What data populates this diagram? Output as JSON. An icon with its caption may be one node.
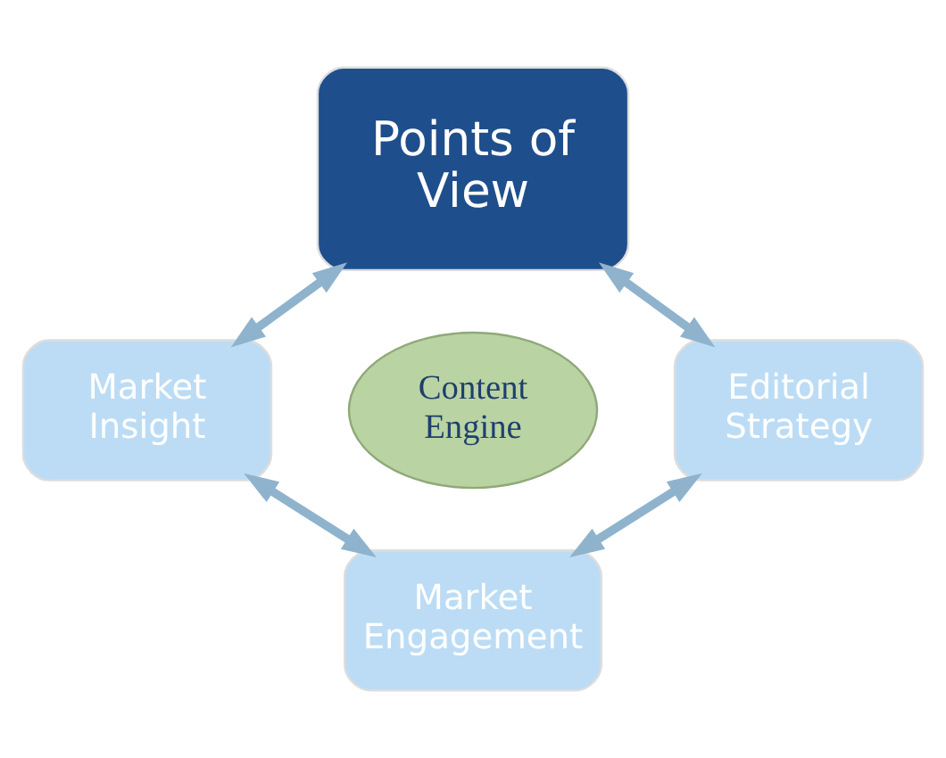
{
  "diagram": {
    "nodes": [
      {
        "text": [
          "Points of View"
        ]
      },
      {
        "text": [
          "Market Insight"
        ]
      },
      {
        "text": [
          "Content Engine"
        ]
      },
      {
        "text": [
          "Editorial Strategy"
        ]
      },
      {
        "text": [
          "Market Engagement"
        ]
      }
    ],
    "edges": [
      {
        "from": 0,
        "to": 1,
        "arrow": "both"
      },
      {
        "from": 0,
        "to": 3,
        "arrow": "both"
      },
      {
        "from": 1,
        "to": 4,
        "arrow": "both"
      },
      {
        "from": 3,
        "to": 4,
        "arrow": "both"
      }
    ]
  }
}
